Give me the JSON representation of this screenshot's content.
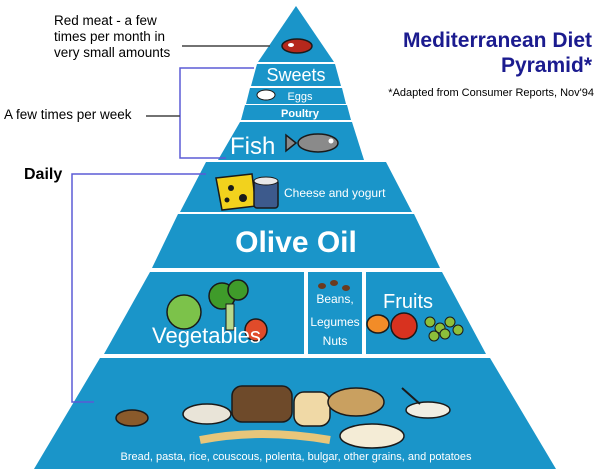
{
  "title": {
    "line1": "Mediterranean Diet",
    "line2": "Pyramid*",
    "note": "*Adapted from Consumer Reports, Nov'94"
  },
  "annotations": {
    "red_meat": [
      "Red meat - a few",
      "times per month in",
      "very small amounts"
    ],
    "weekly": "A few times per week",
    "daily": "Daily"
  },
  "tiers": {
    "sweets": "Sweets",
    "eggs": "Eggs",
    "poultry": "Poultry",
    "fish": "Fish",
    "cheese": "Cheese and yogurt",
    "olive_oil": "Olive Oil",
    "vegetables": "Vegetables",
    "beans": [
      "Beans,",
      "Legumes",
      "Nuts"
    ],
    "fruits": "Fruits",
    "grains": "Bread, pasta, rice, couscous, polenta, bulgar, other grains, and potatoes"
  },
  "colors": {
    "pyramid_blue": "#1a95c9",
    "line_purple": "#5b5bd6",
    "title_navy": "#1b1b8f"
  }
}
